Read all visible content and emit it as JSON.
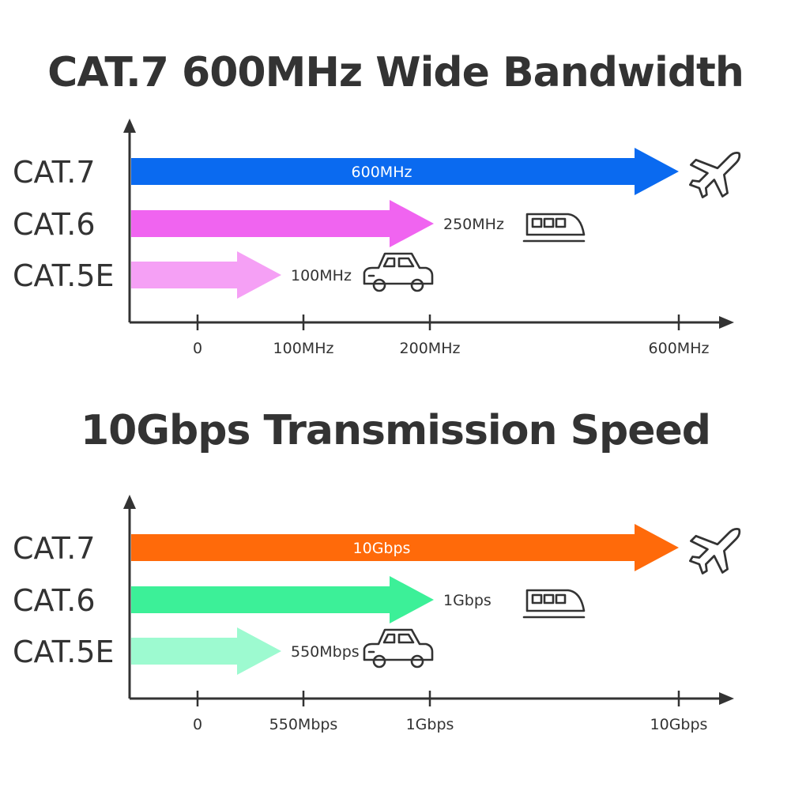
{
  "chart_data": [
    {
      "type": "bar",
      "title": "CAT.7 600MHz Wide Bandwidth",
      "categories": [
        "CAT.7",
        "CAT.6",
        "CAT.5E"
      ],
      "values": [
        "600MHz",
        "250MHz",
        "100MHz"
      ],
      "value_labels": [
        "600MHz",
        "250MHz",
        "100MHz"
      ],
      "x_ticks": [
        "0",
        "100MHz",
        "200MHz",
        "600MHz"
      ],
      "colors": [
        "#0a6af0",
        "#f064f0",
        "#f5a0f5"
      ],
      "icons": [
        "airplane-icon",
        "train-icon",
        "car-icon"
      ],
      "xlabel": "",
      "ylabel": ""
    },
    {
      "type": "bar",
      "title": "10Gbps Transmission Speed",
      "categories": [
        "CAT.7",
        "CAT.6",
        "CAT.5E"
      ],
      "values": [
        "10Gbps",
        "1Gbps",
        "550Mbps"
      ],
      "value_labels": [
        "10Gbps",
        "1Gbps",
        "550Mbps"
      ],
      "x_ticks": [
        "0",
        "550Mbps",
        "1Gbps",
        "10Gbps"
      ],
      "colors": [
        "#ff6a0a",
        "#3cf098",
        "#9dfad0"
      ],
      "icons": [
        "airplane-icon",
        "train-icon",
        "car-icon"
      ],
      "xlabel": "",
      "ylabel": ""
    }
  ]
}
